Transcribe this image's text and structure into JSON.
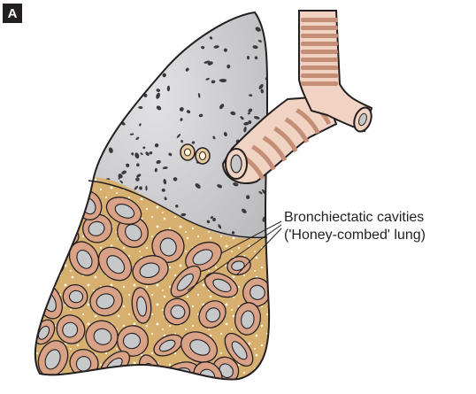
{
  "panel_label": "A",
  "annotation": {
    "line1": "Bronchiectatic cavities",
    "line2": "('Honey-combed' lung)"
  },
  "colors": {
    "upper_lung": "#c6c6c8",
    "lower_lung": "#d7b070",
    "cavity_wall": "#d9a287",
    "cavity_lumen": "#c6c8ca",
    "airway_ring_dark": "#c58f77",
    "airway_ring_light": "#f0d3c2",
    "outline": "#231f20"
  }
}
